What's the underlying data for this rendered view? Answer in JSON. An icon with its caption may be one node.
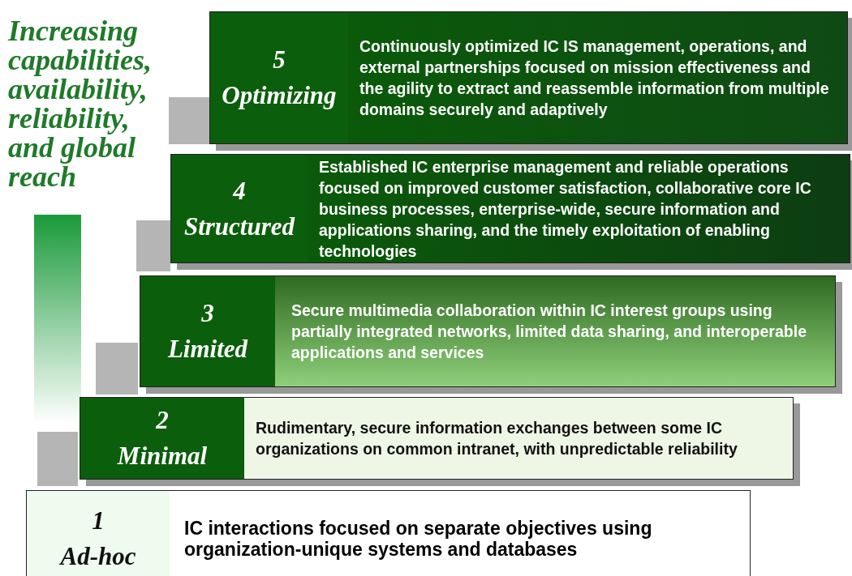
{
  "diagram": {
    "nodes": [
      {
        "text": [
          "5",
          "Optimizing",
          "Continuously optimized IC IS management, operations, and external partnerships focused on mission effectiveness and the agility to extract and reassemble information from multiple domains securely and adaptively"
        ]
      },
      {
        "text": [
          "4",
          "Structured",
          "Established IC enterprise management and reliable operations focused on improved  customer satisfaction, collaborative core IC business processes, enterprise-wide, secure information and applications sharing, and the timely exploitation of enabling technologies"
        ]
      },
      {
        "text": [
          "3",
          "Limited",
          "Secure multimedia collaboration within IC interest groups using partially integrated networks, limited data sharing, and interoperable applications and services"
        ]
      },
      {
        "text": [
          "2",
          "Minimal",
          "Rudimentary, secure information exchanges between some IC organizations on common intranet, with unpredictable reliability"
        ]
      },
      {
        "text": [
          "1",
          "Ad-hoc",
          "IC interactions focused on separate objectives using organization-unique systems and databases"
        ]
      }
    ],
    "labels": [
      "Increasing capabilities, availability, reliability, and global reach"
    ]
  }
}
